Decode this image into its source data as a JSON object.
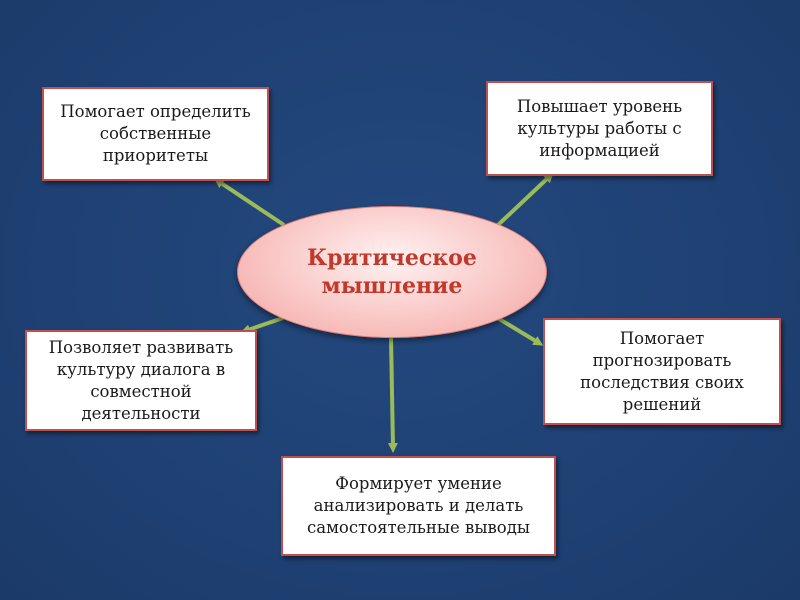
{
  "diagram": {
    "center": {
      "text": "Критическое\nмышление"
    },
    "nodes": [
      {
        "id": "top-left",
        "text": "Помогает определить\nсобственные\nприоритеты"
      },
      {
        "id": "top-right",
        "text": "Повышает  уровень\nкультуры работы с\nинформацией"
      },
      {
        "id": "middle-left",
        "text": "Позволяет развивать\nкультуру диалога в\nсовместной\nдеятельности"
      },
      {
        "id": "middle-right",
        "text": "Помогает\nпрогнозировать\nпоследствия своих\nрешений"
      },
      {
        "id": "bottom",
        "text": "Формирует умение\nанализировать и делать\nсамостоятельные выводы"
      }
    ],
    "colors": {
      "background": "#1f4174",
      "box_border": "#c0504d",
      "center_text": "#c0392b",
      "arrow": "#9bbb59"
    }
  }
}
